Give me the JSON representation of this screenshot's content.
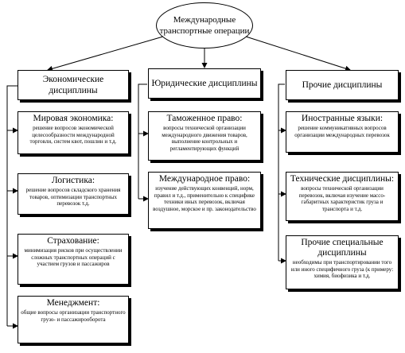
{
  "root": {
    "title": "Международные транспортные операции"
  },
  "columns": [
    {
      "header": "Экономические дисциплины",
      "items": [
        {
          "title": "Мировая экономика:",
          "desc": "решение вопросов экономической целесообразности международной торговли, систем квот, пошлин и т.д."
        },
        {
          "title": "Логистика:",
          "desc": "решение вопросов складского хранения товаров, оптимизации транспортных перевозок т.д."
        },
        {
          "title": "Страхование:",
          "desc": "минимизация рисков при осуществлении сложных транспортных операций с участием грузов и пассажиров"
        },
        {
          "title": "Менеджмент:",
          "desc": "общие вопросы организации транспортного грузо- и пассажирооборота"
        }
      ]
    },
    {
      "header": "Юридические дисциплины",
      "items": [
        {
          "title": "Таможенное право:",
          "desc": "вопросы технической организации международного движения товаров, выполнение контрольных и регламентирующих функций"
        },
        {
          "title": "Международное право:",
          "desc": "изучение действующих конвенций, норм, правил и т.д., применительно к специфике техники иных перевозок, включая воздушное, морское и пр. законодательство"
        }
      ]
    },
    {
      "header": "Прочие дисциплины",
      "items": [
        {
          "title": "Иностранные языки:",
          "desc": "решение коммуникативных вопросов организации международных перевозок"
        },
        {
          "title": "Технические дисциплины:",
          "desc": "вопросы технической организации перевозок, включая изучение массо-габаритных характеристик груза и транспорта и т.д."
        },
        {
          "title": "Прочие специальные дисциплины",
          "desc": "необходимы при транспортировании того или иного специфичного груза (к примеру: химия, биофизика и т.д."
        }
      ]
    }
  ]
}
